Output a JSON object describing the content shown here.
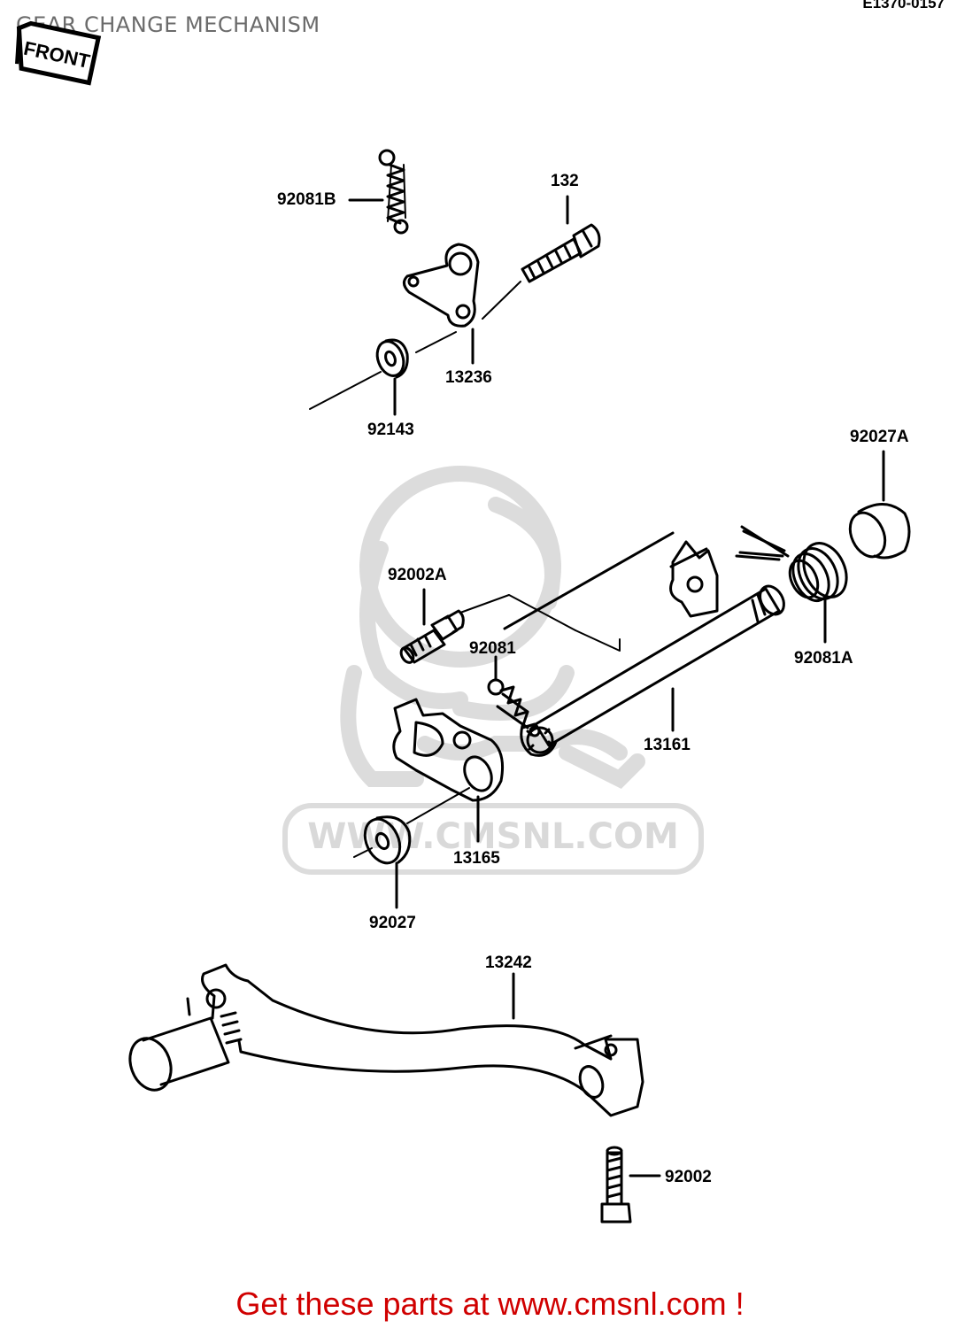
{
  "title": "GEAR CHANGE MECHANISM",
  "diagram_code": "E1370-0157",
  "front_marker": "FRONT",
  "watermark": "WWW.CMSNL.COM",
  "footer": "Get these parts at www.cmsnl.com !",
  "parts": {
    "spring_92081B": "92081B",
    "bolt_132": "132",
    "arm_13236": "13236",
    "collar_92143": "92143",
    "collar_92027A": "92027A",
    "bolt_92002A": "92002A",
    "spring_92081": "92081",
    "spring_92081A": "92081A",
    "shaft_13161": "13161",
    "plate_13165": "13165",
    "collar_92027": "92027",
    "pedal_13242": "13242",
    "bolt_92002": "92002"
  },
  "colors": {
    "line": "#000000",
    "title": "#6b6b6b",
    "footer": "#d00000",
    "watermark": "#d9d9d9"
  }
}
